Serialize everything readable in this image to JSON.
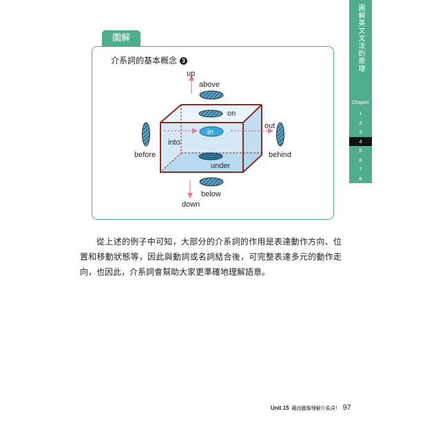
{
  "side_tab": {
    "title": "圖解英文文法的原理",
    "chapter_label": "Chapter",
    "chapters": [
      "1",
      "2",
      "3",
      "4",
      "5",
      "6",
      "7",
      "8"
    ],
    "active_chapter": "4",
    "color": "#4fae8e"
  },
  "figure": {
    "tag": "圖解",
    "title": "介系詞的基本概念",
    "number": "3",
    "labels": {
      "up": "up",
      "above": "above",
      "on": "on",
      "out": "out",
      "in": "in",
      "into": "into",
      "before": "before",
      "behind": "behind",
      "under": "under",
      "below": "below",
      "down": "down"
    },
    "colors": {
      "box_fill": "#d5e9f6",
      "box_edge": "#8b2a1e",
      "arrow": "#e57aa3",
      "in_fill": "#3aa8d8",
      "ellipse": "#5d9fc2"
    }
  },
  "body": {
    "paragraph": "從上述的例子中可知，大部分的介系詞的作用是表達動作方向、位置和移動狀態等，因此與動詞或名詞結合後，可完整表達多元的動作走向，也因此，介系詞會幫助大家更準確地理解語意。"
  },
  "footer": {
    "unit": "Unit 15",
    "subtitle": "藉由圖像理解介系詞！",
    "page": "97"
  }
}
